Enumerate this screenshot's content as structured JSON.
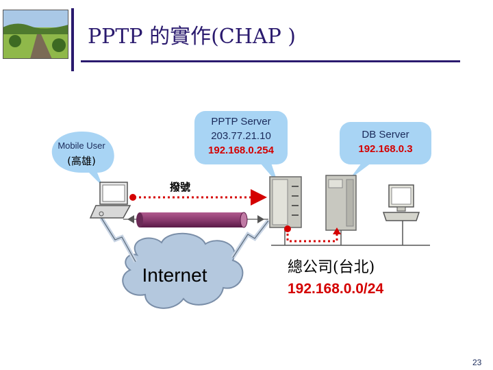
{
  "slide": {
    "title": "PPTP 的實作(CHAP )",
    "page_number": "23"
  },
  "mobile_user": {
    "label": "Mobile User",
    "location": "(高雄)"
  },
  "pptp_server": {
    "name": "PPTP Server",
    "public_ip": "203.77.21.10",
    "private_ip": "192.168.0.254"
  },
  "db_server": {
    "name": "DB Server",
    "ip": "192.168.0.3"
  },
  "dial_label": "撥號",
  "internet_label": "Internet",
  "headquarters": {
    "name": "總公司(台北)",
    "network": "192.168.0.0/24"
  },
  "colors": {
    "title": "#2a1a6e",
    "address_red": "#d40000",
    "bubble_fill": "#a8d4f4",
    "cloud_fill": "#b4c8de",
    "tunnel": "#8a3a6e"
  }
}
